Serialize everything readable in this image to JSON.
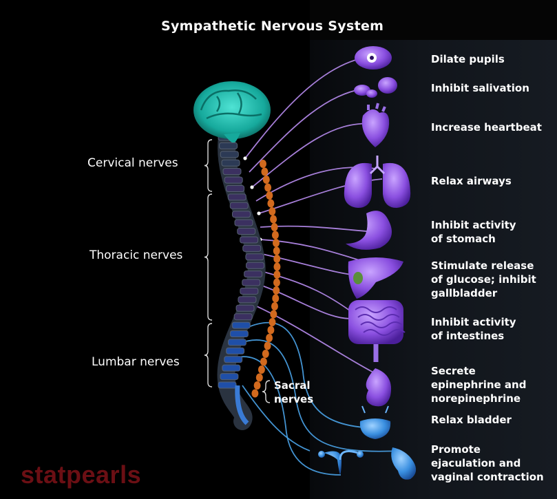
{
  "title": "Sympathetic Nervous System",
  "nerve_groups": {
    "cervical": "Cervical nerves",
    "thoracic": "Thoracic nerves",
    "lumbar": "Lumbar nerves",
    "sacral_line1": "Sacral",
    "sacral_line2": "nerves"
  },
  "effects": [
    {
      "lines": [
        "Dilate pupils"
      ],
      "organ": "eye-icon"
    },
    {
      "lines": [
        "Inhibit salivation"
      ],
      "organ": "salivary-gland-icon"
    },
    {
      "lines": [
        "Increase heartbeat"
      ],
      "organ": "heart-icon"
    },
    {
      "lines": [
        "Relax airways"
      ],
      "organ": "lungs-icon"
    },
    {
      "lines": [
        "Inhibit activity",
        "of stomach"
      ],
      "organ": "stomach-icon"
    },
    {
      "lines": [
        "Stimulate release",
        "of glucose; inhibit",
        "gallbladder"
      ],
      "organ": "liver-icon"
    },
    {
      "lines": [
        "Inhibit activity",
        "of intestines"
      ],
      "organ": "intestines-icon"
    },
    {
      "lines": [
        "Secrete",
        "epinephrine and",
        "norepinephrine"
      ],
      "organ": "adrenal-gland-icon"
    },
    {
      "lines": [
        "Relax bladder"
      ],
      "organ": "bladder-icon"
    },
    {
      "lines": [
        "Promote",
        "ejaculation and",
        "vaginal contraction"
      ],
      "organ": "reproductive-organs-icon"
    }
  ],
  "brand": "statpearls",
  "colors": {
    "brain": "#19c2b4",
    "purple_nerve": "#b88cf0",
    "blue_nerve": "#4aa3e8",
    "ganglion_chain": "#d26a1e",
    "logo": "#6b0f14"
  }
}
